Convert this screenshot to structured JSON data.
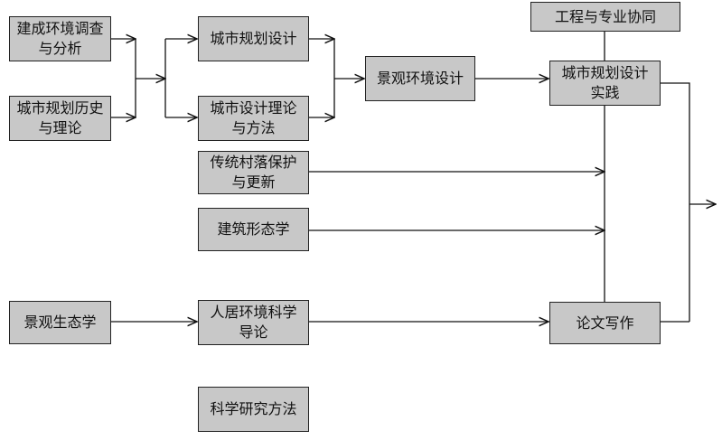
{
  "boxes": {
    "survey": "建成环境调查与分析",
    "history": "城市规划历史与理论",
    "planning_design": "城市规划设计",
    "design_theory": "城市设计理论与方法",
    "village": "传统村落保护与更新",
    "morphology": "建筑形态学",
    "eco": "景观生态学",
    "habitat": "人居环境科学导论",
    "research": "科学研究方法",
    "landscape": "景观环境设计",
    "engineering": "工程与专业协同",
    "practice": "城市规划设计实践",
    "writing": "论文写作"
  }
}
